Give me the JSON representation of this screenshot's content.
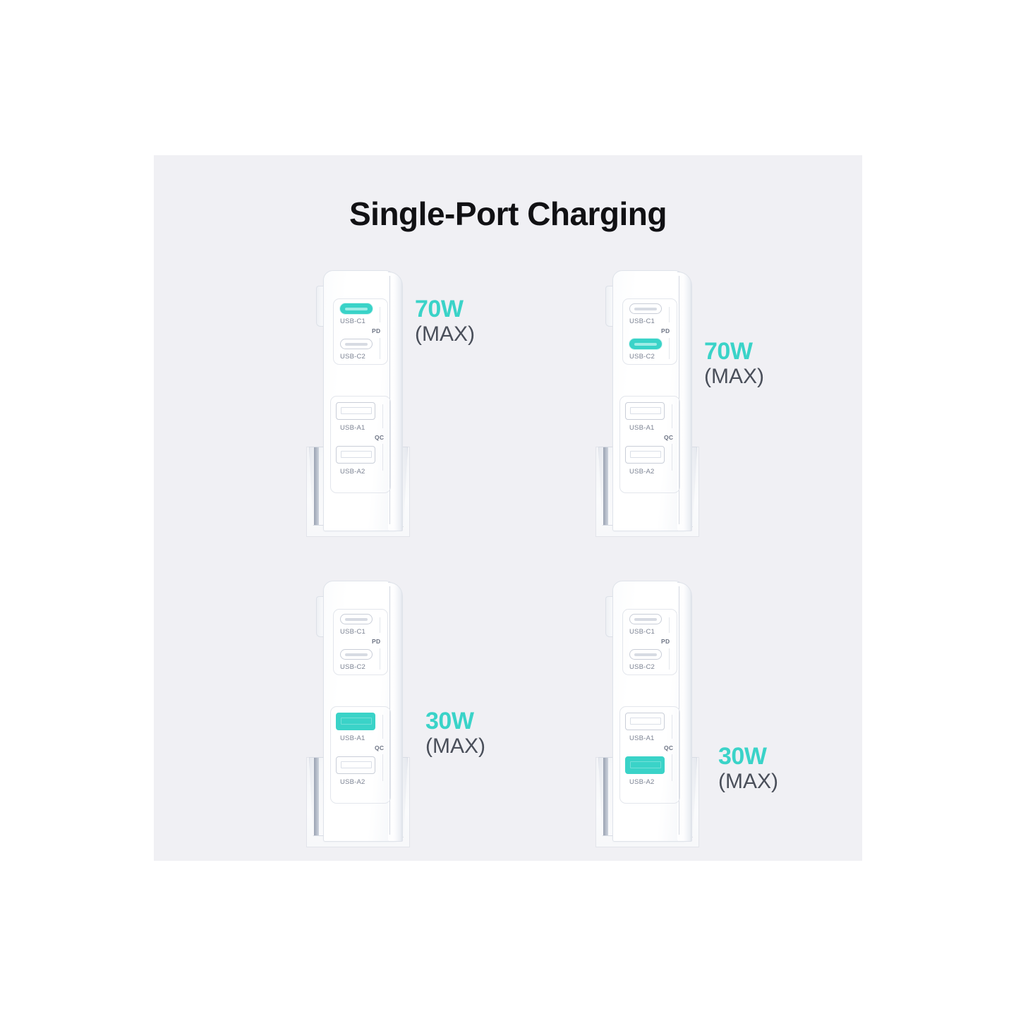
{
  "page": {
    "title": "Single-Port Charging",
    "background": "#ffffff",
    "panel_background": "#f0f0f4",
    "accent_color": "#3ad3c8",
    "text_color": "#111114",
    "label_color": "#7b8292"
  },
  "port_labels": {
    "usb_c1": "USB-C1",
    "usb_c2": "USB-C2",
    "usb_a1": "USB-A1",
    "usb_a2": "USB-A2",
    "pd": "PD",
    "qc": "QC"
  },
  "cards": [
    {
      "id": "card-usb-c1",
      "active_port": "USB-C1",
      "watts": "70W",
      "max_label": "(MAX)",
      "ports": {
        "usb_c1": {
          "label": "USB-C1",
          "active": true
        },
        "usb_c2": {
          "label": "USB-C2",
          "active": false
        },
        "usb_a1": {
          "label": "USB-A1",
          "active": false
        },
        "usb_a2": {
          "label": "USB-A2",
          "active": false
        }
      },
      "tags": {
        "pd": "PD",
        "qc": "QC"
      }
    },
    {
      "id": "card-usb-c2",
      "active_port": "USB-C2",
      "watts": "70W",
      "max_label": "(MAX)",
      "ports": {
        "usb_c1": {
          "label": "USB-C1",
          "active": false
        },
        "usb_c2": {
          "label": "USB-C2",
          "active": true
        },
        "usb_a1": {
          "label": "USB-A1",
          "active": false
        },
        "usb_a2": {
          "label": "USB-A2",
          "active": false
        }
      },
      "tags": {
        "pd": "PD",
        "qc": "QC"
      }
    },
    {
      "id": "card-usb-a1",
      "active_port": "USB-A1",
      "watts": "30W",
      "max_label": "(MAX)",
      "ports": {
        "usb_c1": {
          "label": "USB-C1",
          "active": false
        },
        "usb_c2": {
          "label": "USB-C2",
          "active": false
        },
        "usb_a1": {
          "label": "USB-A1",
          "active": true
        },
        "usb_a2": {
          "label": "USB-A2",
          "active": false
        }
      },
      "tags": {
        "pd": "PD",
        "qc": "QC"
      }
    },
    {
      "id": "card-usb-a2",
      "active_port": "USB-A2",
      "watts": "30W",
      "max_label": "(MAX)",
      "ports": {
        "usb_c1": {
          "label": "USB-C1",
          "active": false
        },
        "usb_c2": {
          "label": "USB-C2",
          "active": false
        },
        "usb_a1": {
          "label": "USB-A1",
          "active": false
        },
        "usb_a2": {
          "label": "USB-A2",
          "active": true
        }
      },
      "tags": {
        "pd": "PD",
        "qc": "QC"
      }
    }
  ]
}
